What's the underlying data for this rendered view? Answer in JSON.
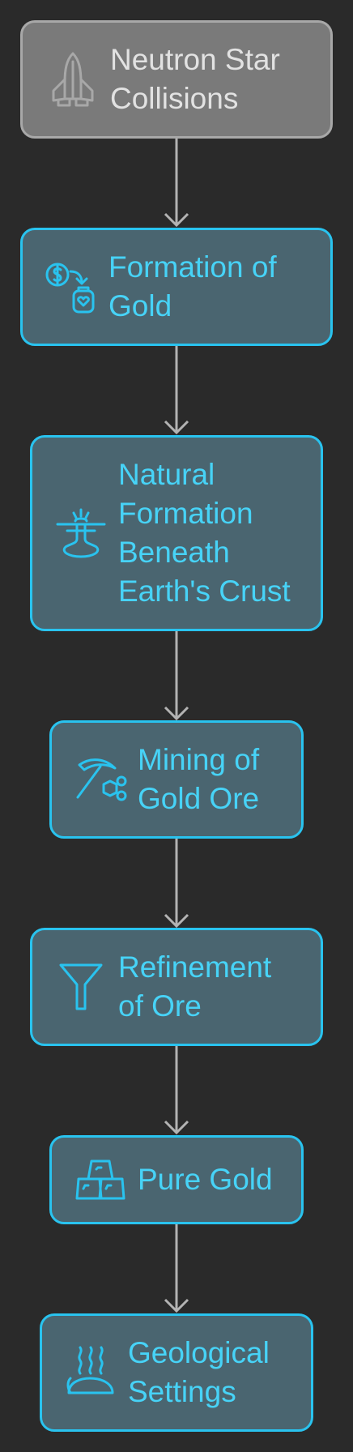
{
  "nodes": [
    {
      "id": "neutron",
      "label": "Neutron Star\nCollisions",
      "icon": "space-shuttle-icon"
    },
    {
      "id": "formation",
      "label": "Formation of\nGold",
      "icon": "money-exchange-icon"
    },
    {
      "id": "natural",
      "label": "Natural\nFormation\nBeneath\nEarth's Crust",
      "icon": "fountain-icon"
    },
    {
      "id": "mining",
      "label": "Mining of\nGold Ore",
      "icon": "pickaxe-ore-icon"
    },
    {
      "id": "refinement",
      "label": "Refinement\nof Ore",
      "icon": "funnel-icon"
    },
    {
      "id": "pure",
      "label": "Pure Gold",
      "icon": "gold-bars-icon"
    },
    {
      "id": "geological",
      "label": "Geological\nSettings",
      "icon": "hot-spring-icon"
    }
  ],
  "edges": [
    [
      "neutron",
      "formation"
    ],
    [
      "formation",
      "natural"
    ],
    [
      "natural",
      "mining"
    ],
    [
      "mining",
      "refinement"
    ],
    [
      "refinement",
      "pure"
    ],
    [
      "pure",
      "geological"
    ]
  ],
  "colors": {
    "background": "#2a2a2a",
    "node_fill": "#4a6570",
    "node_border": "#29c3ef",
    "node_text": "#47d3f7",
    "root_fill": "#7a7a7a",
    "root_border": "#a8a8a8",
    "root_text": "#e2e2e2",
    "edge": "#b3b3b3"
  }
}
